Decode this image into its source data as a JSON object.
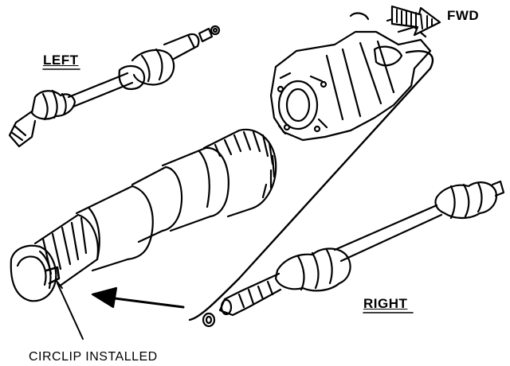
{
  "labels": {
    "left": "LEFT",
    "fwd": "FWD",
    "right": "RIGHT",
    "circlip": "CIRCLIP INSTALLED"
  },
  "colors": {
    "ink": "#000000",
    "paper": "#ffffff"
  }
}
